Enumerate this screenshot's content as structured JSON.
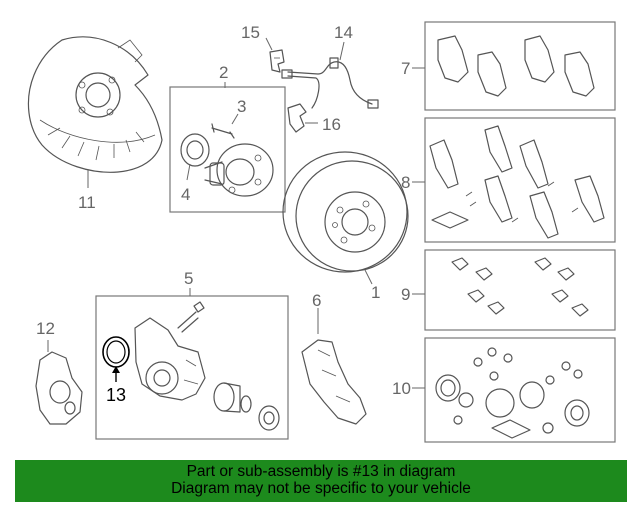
{
  "callouts": {
    "c1": "1",
    "c2": "2",
    "c3": "3",
    "c4": "4",
    "c5": "5",
    "c6": "6",
    "c7": "7",
    "c8": "8",
    "c9": "9",
    "c10": "10",
    "c11": "11",
    "c12": "12",
    "c13": "13",
    "c14": "14",
    "c15": "15",
    "c16": "16"
  },
  "highlight_part": "13",
  "colors": {
    "banner": "#1d8a1d",
    "line": "#555555",
    "highlight": "#000000"
  },
  "banner": {
    "line1": "Part or sub-assembly is #13 in diagram",
    "line2": "Diagram may not be specific to your vehicle"
  }
}
